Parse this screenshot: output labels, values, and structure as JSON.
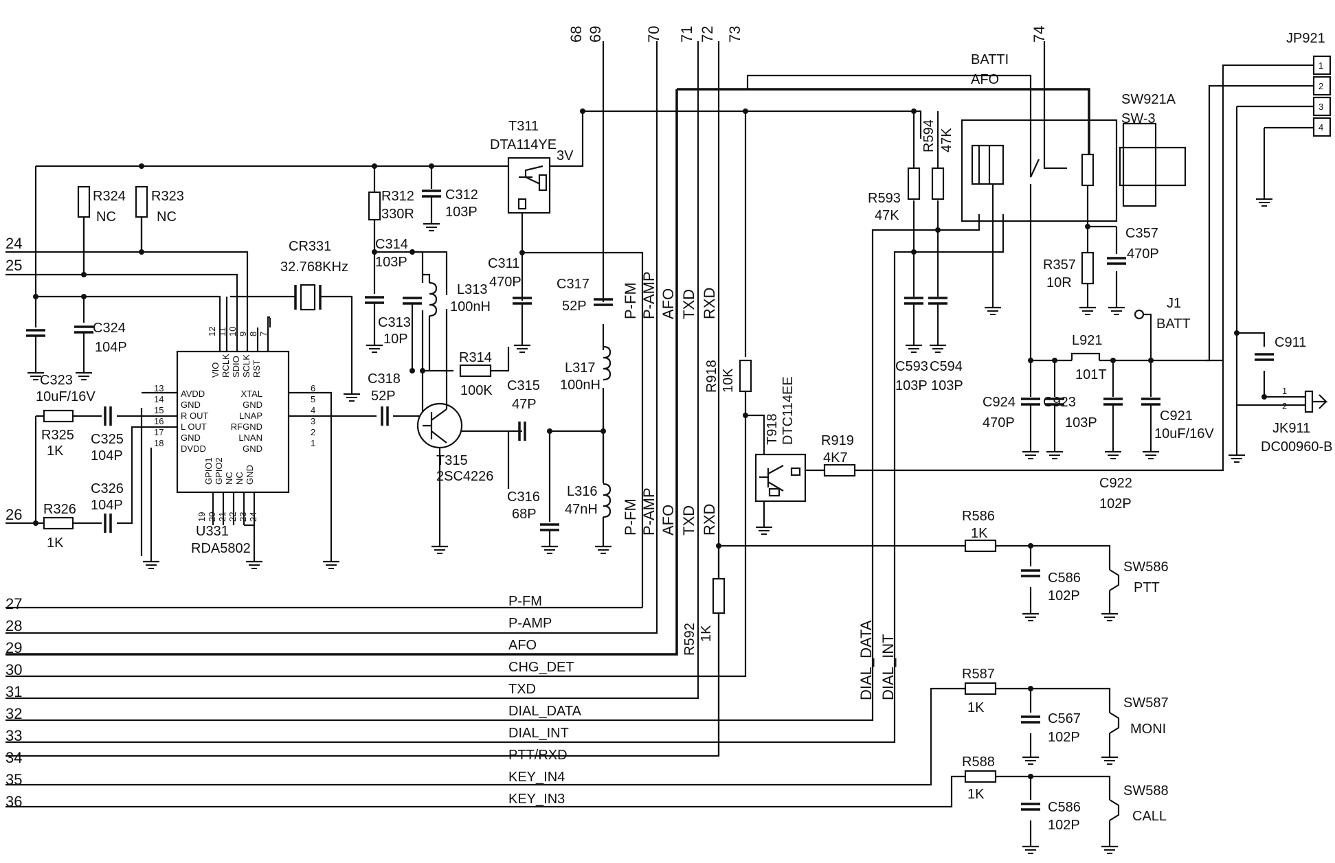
{
  "pins_left": [
    {
      "num": "24"
    },
    {
      "num": "25"
    },
    {
      "num": "26"
    },
    {
      "num": "27"
    },
    {
      "num": "28"
    },
    {
      "num": "29"
    },
    {
      "num": "30"
    },
    {
      "num": "31"
    },
    {
      "num": "32"
    },
    {
      "num": "33"
    },
    {
      "num": "34"
    },
    {
      "num": "35"
    },
    {
      "num": "36"
    }
  ],
  "pins_top": [
    {
      "num": "68"
    },
    {
      "num": "69"
    },
    {
      "num": "70"
    },
    {
      "num": "71"
    },
    {
      "num": "72"
    },
    {
      "num": "73"
    },
    {
      "num": "74"
    }
  ],
  "bottom_signals": [
    "P-FM",
    "P-AMP",
    "AFO",
    "CHG_DET",
    "TXD",
    "DIAL_DATA",
    "DIAL_INT",
    "PTT/RXD",
    "KEY_IN4",
    "KEY_IN3"
  ],
  "vertical_signals": [
    "P-FM",
    "P-AMP",
    "AFO",
    "TXD",
    "RXD",
    "DIAL_DATA",
    "DIAL_INT"
  ],
  "ic": {
    "ref": "U331",
    "part": "RDA5802",
    "left_pins": [
      {
        "num": "13",
        "name": "AVDD"
      },
      {
        "num": "14",
        "name": "GND"
      },
      {
        "num": "15",
        "name": "R OUT"
      },
      {
        "num": "16",
        "name": "L OUT"
      },
      {
        "num": "17",
        "name": "GND"
      },
      {
        "num": "18",
        "name": "DVDD"
      }
    ],
    "right_pins": [
      {
        "num": "6",
        "name": "XTAL"
      },
      {
        "num": "5",
        "name": "GND"
      },
      {
        "num": "4",
        "name": "LNAP"
      },
      {
        "num": "3",
        "name": "RFGND"
      },
      {
        "num": "2",
        "name": "LNAN"
      },
      {
        "num": "1",
        "name": "GND"
      }
    ],
    "top_pins": [
      "VIO",
      "RCLK",
      "SDIO",
      "SCLK",
      "RST"
    ],
    "top_nums": [
      "12",
      "11",
      "10",
      "9",
      "8",
      "7"
    ],
    "bottom_pins": [
      "GPIO1",
      "GPIO2",
      "NC",
      "NC",
      "GND"
    ],
    "bottom_nums": [
      "19",
      "20",
      "21",
      "22",
      "23",
      "24"
    ]
  },
  "components": {
    "R324": {
      "ref": "R324",
      "val": "NC"
    },
    "R323": {
      "ref": "R323",
      "val": "NC"
    },
    "C323": {
      "ref": "C323",
      "val": "10uF/16V"
    },
    "C324": {
      "ref": "C324",
      "val": "104P"
    },
    "R325": {
      "ref": "R325",
      "val": "1K"
    },
    "C325": {
      "ref": "C325",
      "val": "104P"
    },
    "R326": {
      "ref": "R326",
      "val": "1K"
    },
    "C326": {
      "ref": "C326",
      "val": "104P"
    },
    "CR331": {
      "ref": "CR331",
      "val": "32.768KHz"
    },
    "R312": {
      "ref": "R312",
      "val": "330R"
    },
    "C312": {
      "ref": "C312",
      "val": "103P"
    },
    "C314": {
      "ref": "C314",
      "val": "103P"
    },
    "C313": {
      "ref": "C313",
      "val": "10P"
    },
    "L313": {
      "ref": "L313",
      "val": "100nH"
    },
    "C318": {
      "ref": "C318",
      "val": "52P"
    },
    "R314": {
      "ref": "R314",
      "val": "100K"
    },
    "T315": {
      "ref": "T315",
      "val": "2SC4226"
    },
    "C315": {
      "ref": "C315",
      "val": "47P"
    },
    "C316": {
      "ref": "C316",
      "val": "68P"
    },
    "L316": {
      "ref": "L316",
      "val": "47nH"
    },
    "L317": {
      "ref": "L317",
      "val": "100nH"
    },
    "C317": {
      "ref": "C317",
      "val": "52P"
    },
    "C311": {
      "ref": "C311",
      "val": "470P"
    },
    "T311": {
      "ref": "T311",
      "val": "DTA114YE",
      "supply": "3V"
    },
    "R918": {
      "ref": "R918",
      "val": "10K"
    },
    "T918": {
      "ref": "T918",
      "val": "DTC114EE"
    },
    "R919": {
      "ref": "R919",
      "val": "4K7"
    },
    "R592": {
      "ref": "R592",
      "val": "1K"
    },
    "R593": {
      "ref": "R593",
      "val": "47K"
    },
    "R594": {
      "ref": "R594",
      "val": "47K"
    },
    "C593": {
      "ref": "C593",
      "val": "103P"
    },
    "C594": {
      "ref": "C594",
      "val": "103P"
    },
    "SW921A": {
      "ref": "SW921A",
      "val": "SW-3"
    },
    "R357": {
      "ref": "R357",
      "val": "10R"
    },
    "C357": {
      "ref": "C357",
      "val": "470P"
    },
    "J1": {
      "ref": "J1",
      "val": "BATT"
    },
    "L921": {
      "ref": "L921",
      "val": "101T"
    },
    "C924": {
      "ref": "C924",
      "val": "470P"
    },
    "C923": {
      "ref": "C923",
      "val": "103P"
    },
    "C921": {
      "ref": "C921",
      "val": "10uF/16V"
    },
    "C922": {
      "ref": "C922",
      "val": "102P"
    },
    "C911": {
      "ref": "C911",
      "val": ""
    },
    "JP921": {
      "ref": "JP921",
      "pins": [
        "1",
        "2",
        "3",
        "4"
      ]
    },
    "JK911": {
      "ref": "JK911",
      "val": "DC00960-B",
      "pins": [
        "1",
        "2"
      ]
    },
    "R586": {
      "ref": "R586",
      "val": "1K"
    },
    "C586a": {
      "ref": "C586",
      "val": "102P"
    },
    "SW586": {
      "ref": "SW586",
      "val": "PTT"
    },
    "R587": {
      "ref": "R587",
      "val": "1K"
    },
    "C567": {
      "ref": "C567",
      "val": "102P"
    },
    "SW587": {
      "ref": "SW587",
      "val": "MONI"
    },
    "R588": {
      "ref": "R588",
      "val": "1K"
    },
    "C586b": {
      "ref": "C586",
      "val": "102P"
    },
    "SW588": {
      "ref": "SW588",
      "val": "CALL"
    }
  },
  "nets": {
    "batti": "BATTI",
    "afo": "AFO"
  }
}
